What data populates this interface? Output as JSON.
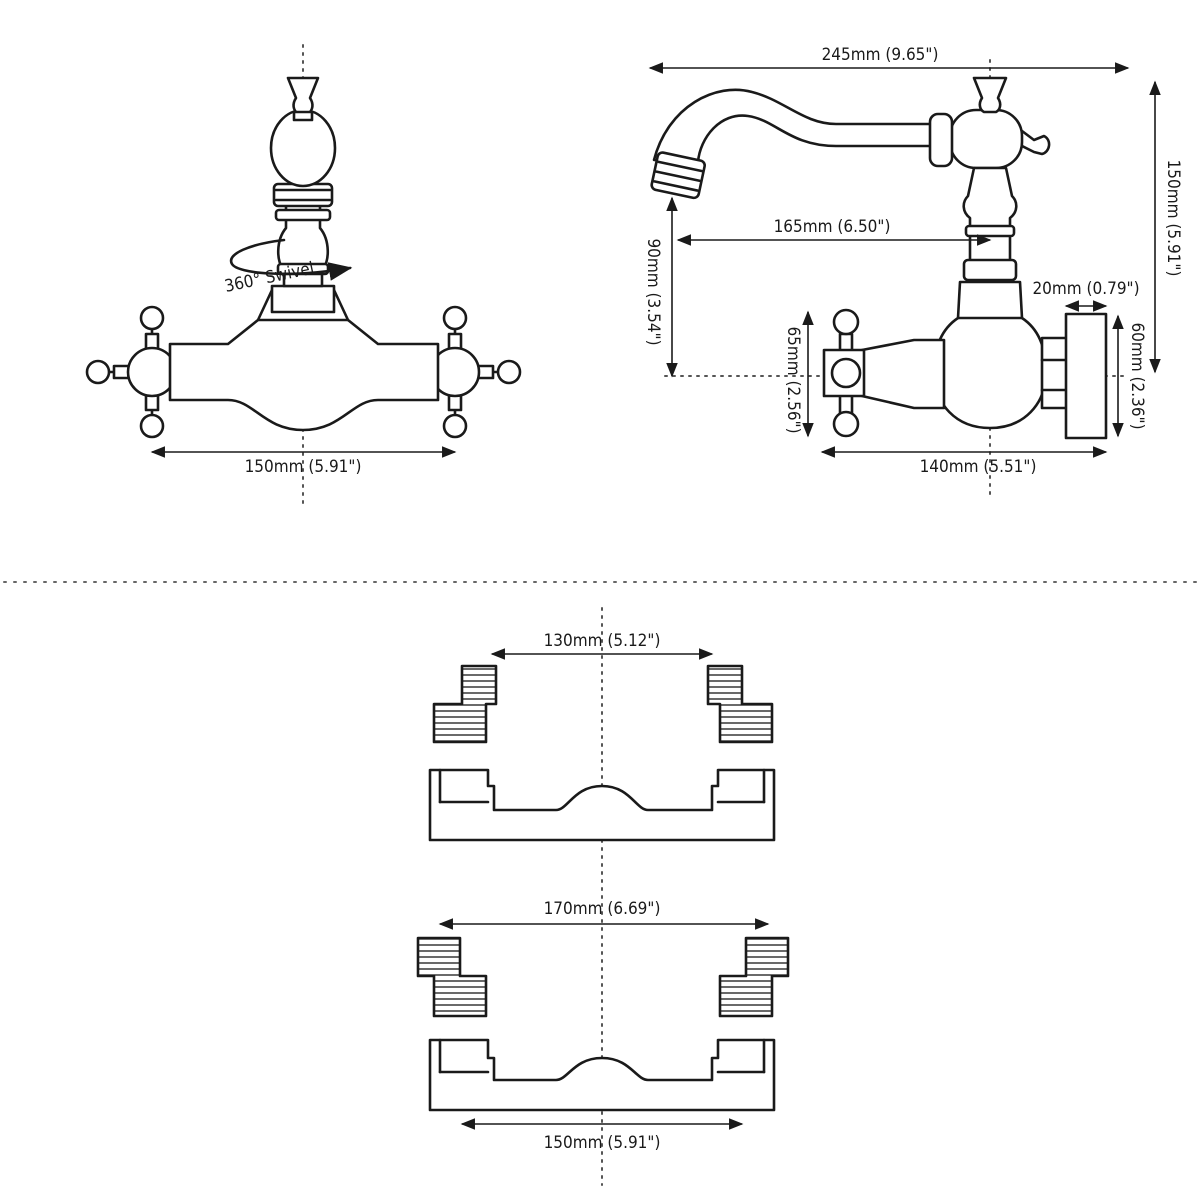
{
  "side_view": {
    "width_label": "150mm (5.91\")",
    "swivel_label": "360° Swivel"
  },
  "front_view": {
    "spout_reach_label": "245mm (9.65\")",
    "spout_projection_label": "165mm (6.50\")",
    "spout_height_label": "90mm (3.54\")",
    "overall_height_label": "150mm (5.91\")",
    "flange_thickness_label": "20mm (0.79\")",
    "flange_height_label": "60mm (2.36\")",
    "handle_height_label": "65mm (2.56\")",
    "depth_label": "140mm (5.51\")"
  },
  "fittings_upper": {
    "center_distance_label": "130mm (5.12\")"
  },
  "fittings_lower": {
    "center_distance_label": "170mm (6.69\")",
    "base_width_label": "150mm (5.91\")"
  }
}
